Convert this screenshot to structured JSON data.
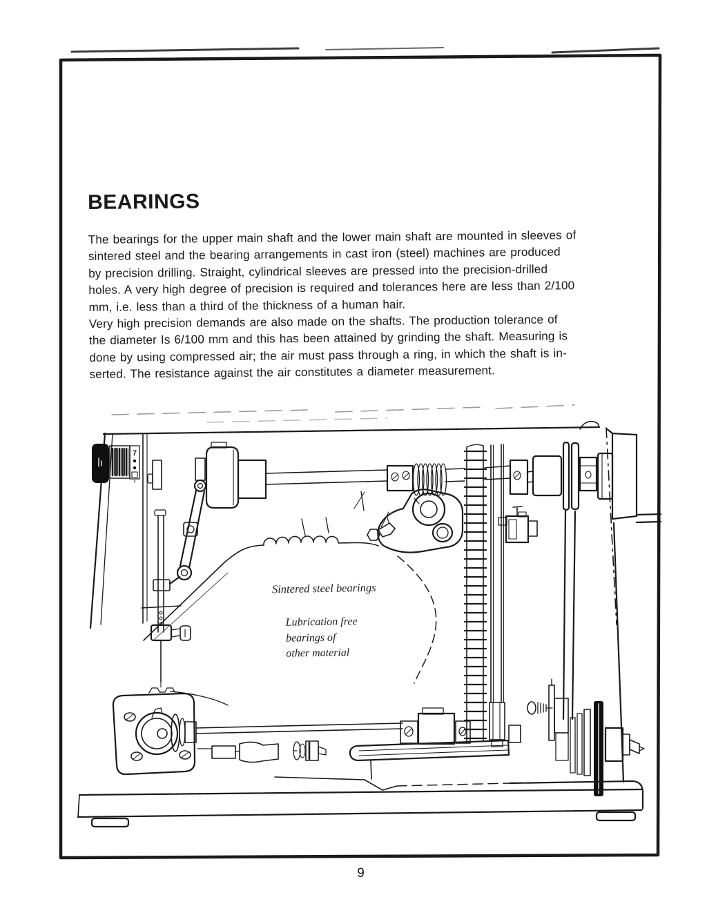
{
  "paper_color": "#ffffff",
  "ink_color": "#1a1a1a",
  "heading": "BEARINGS",
  "body": {
    "lines": [
      "The bearings for the upper main shaft and the lower main shaft are mounted in sleeves of",
      "sintered steel and the bearing arrangements in cast iron (steel) machines are produced",
      "by precision drilling. Straight, cylindrical sleeves are pressed into the precision-drilled",
      "holes. A very high degree of precision is required and tolerances here are less than 2/100",
      "mm, i.e. less than a third of the thickness of a human hair.",
      "Very high precision demands are also made on the shafts. The production tolerance of",
      "the diameter Is 6/100 mm and this has been attained by grinding the shaft. Measuring is",
      "done by using compressed air; the air must pass through a ring, in which the shaft is in-",
      "serted. The resistance against the air constitutes a diameter measurement."
    ]
  },
  "figure": {
    "dial_digit": "7",
    "labels": {
      "sintered": "Sintered steel bearings",
      "lubrication_1": "Lubrication free",
      "lubrication_2": "bearings of",
      "lubrication_3": "other material"
    }
  },
  "page_number": "9"
}
